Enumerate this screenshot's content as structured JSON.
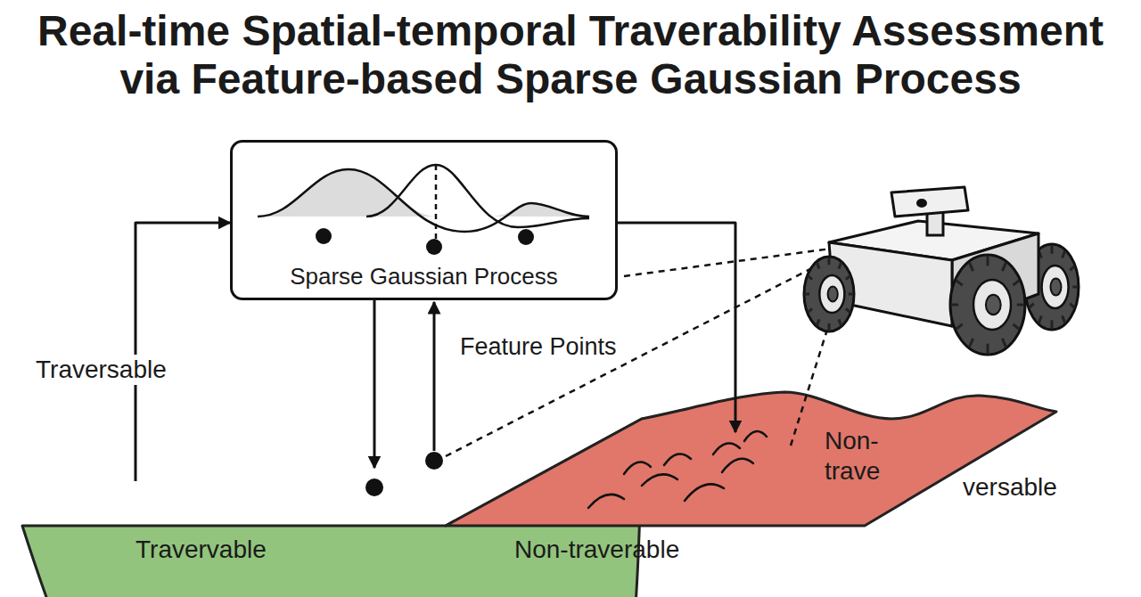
{
  "diagram": {
    "title": "Real-time Spatial-temporal Traverability Assessment via Feature-based Sparse Gaussian Process",
    "nodes": [
      {
        "text": [
          "Sparse Gaussian Process"
        ]
      },
      {
        "text": [
          "Travervable"
        ]
      },
      {
        "text": [
          "Non- trave",
          "versable",
          "Non-traverable"
        ]
      }
    ],
    "edges": [
      {
        "from": 1,
        "to": 0,
        "arrow": "to",
        "label": "Traversable"
      },
      {
        "from": 0,
        "to": 1,
        "arrow": "to"
      },
      {
        "from": 1,
        "to": 0,
        "arrow": "to"
      },
      {
        "from": 0,
        "to": 2,
        "arrow": "to"
      }
    ],
    "labels": [
      "Feature Points"
    ]
  }
}
